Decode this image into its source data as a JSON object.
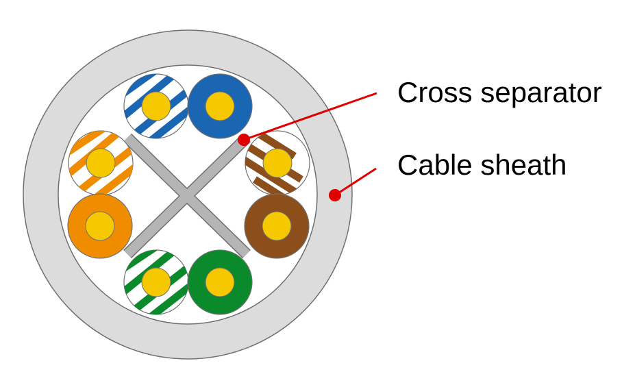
{
  "labels": {
    "cross_separator": "Cross separator",
    "cable_sheath": "Cable sheath"
  },
  "colors": {
    "sheath": "#dcdcdc",
    "separator": "#b5b5b5",
    "conductor": "#f5c800",
    "callout": "#e00000",
    "blue": "#1a66b3",
    "orange": "#f08c00",
    "brown": "#8c4f1c",
    "green": "#0a8a2a"
  },
  "pairs": [
    {
      "name": "blue",
      "wires": [
        {
          "kind": "striped",
          "color_key": "blue"
        },
        {
          "kind": "solid",
          "color_key": "blue"
        }
      ]
    },
    {
      "name": "orange",
      "wires": [
        {
          "kind": "striped",
          "color_key": "orange"
        },
        {
          "kind": "solid",
          "color_key": "orange"
        }
      ]
    },
    {
      "name": "brown",
      "wires": [
        {
          "kind": "striped",
          "color_key": "brown"
        },
        {
          "kind": "solid",
          "color_key": "brown"
        }
      ]
    },
    {
      "name": "green",
      "wires": [
        {
          "kind": "striped",
          "color_key": "green"
        },
        {
          "kind": "solid",
          "color_key": "green"
        }
      ]
    }
  ]
}
